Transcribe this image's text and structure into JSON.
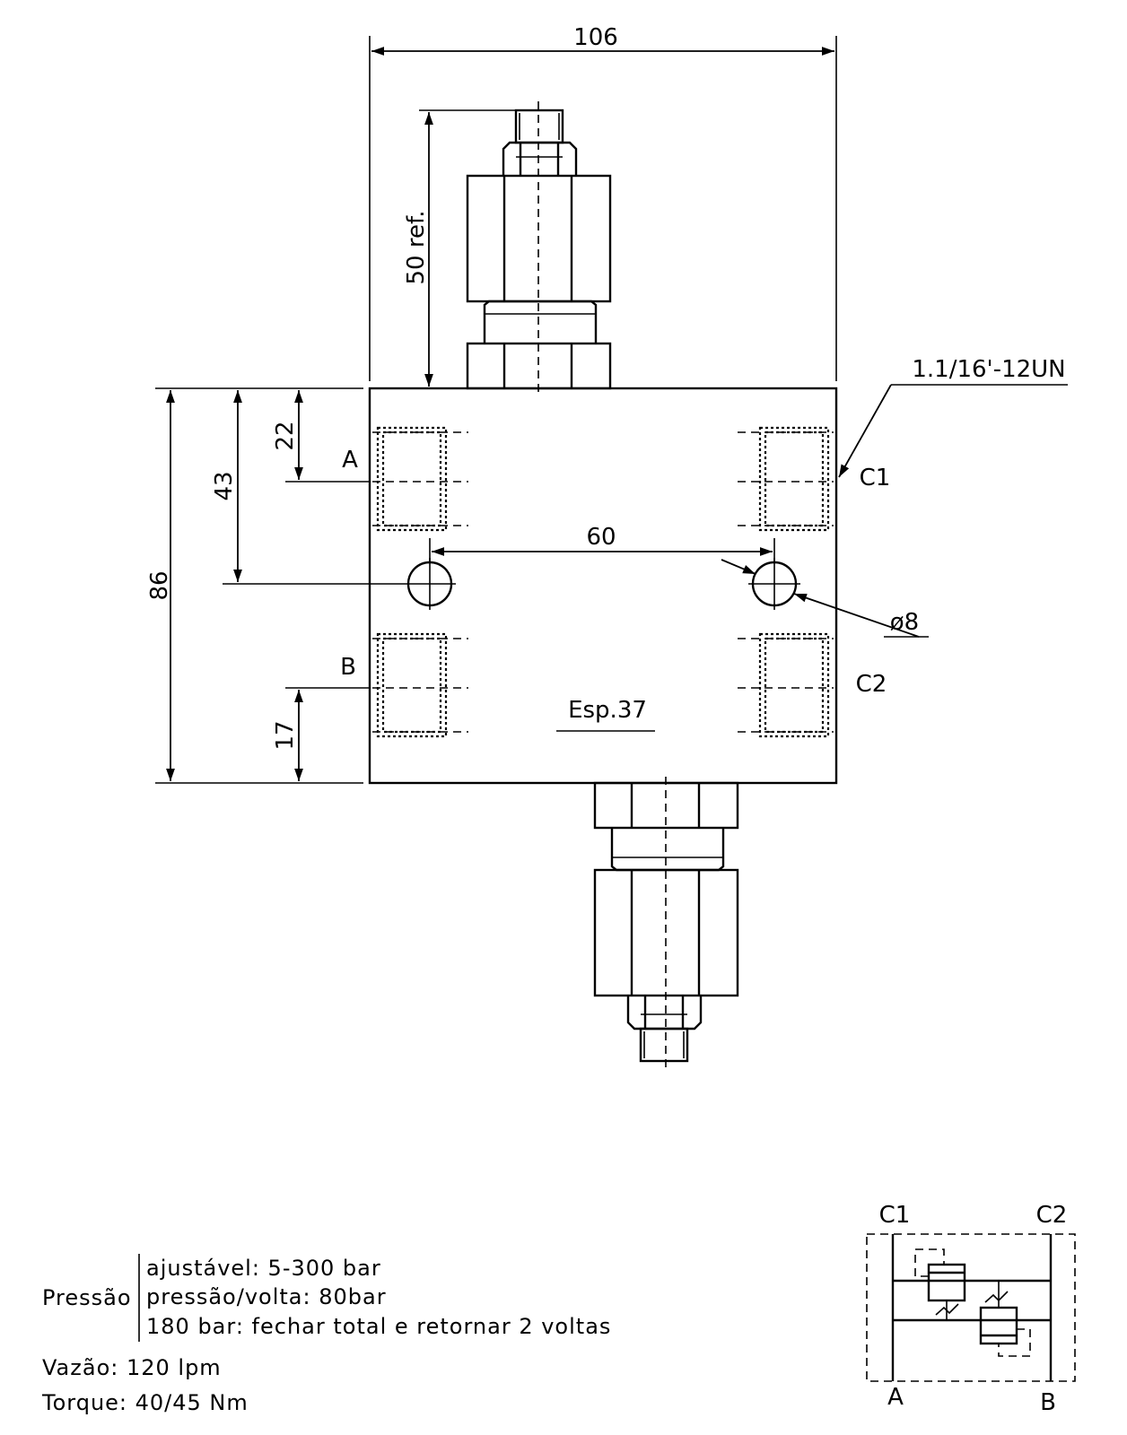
{
  "dimensions": {
    "width": "106",
    "height": "86",
    "ref_height": "50 ref.",
    "port_a_offset": "22",
    "hole_offset": "43",
    "port_b_offset": "17",
    "hole_spacing": "60",
    "hole_diameter": "ø8"
  },
  "thread_spec": "1.1/16'-12UN",
  "ports": {
    "a": "A",
    "b": "B",
    "c1": "C1",
    "c2": "C2"
  },
  "thickness_note": "Esp.37",
  "specs": {
    "pressure_label": "Pressão",
    "pressure_lines": [
      "ajustável:  5-300  bar",
      "pressão/volta:  80bar",
      "180  bar:  fechar  total  e  retornar  2  voltas"
    ],
    "flow": "Vazão:  120  lpm",
    "torque": "Torque:  40/45  Nm"
  },
  "schematic": {
    "c1": "C1",
    "c2": "C2",
    "a": "A",
    "b": "B"
  }
}
